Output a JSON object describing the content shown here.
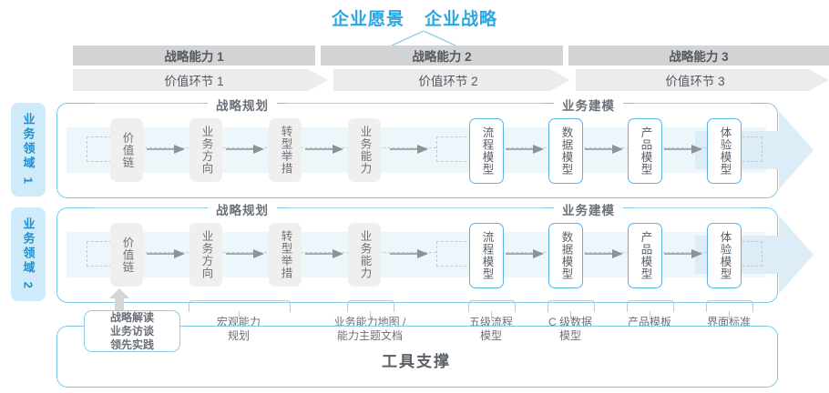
{
  "top_titles": {
    "vision": "企业愿景",
    "strategy": "企业战略"
  },
  "capability_headers": [
    {
      "label": "战略能力 1"
    },
    {
      "label": "战略能力 2"
    },
    {
      "label": "战略能力 3"
    }
  ],
  "value_links": [
    {
      "label": "价值环节 1"
    },
    {
      "label": "价值环节 2"
    },
    {
      "label": "价值环节 3"
    }
  ],
  "domains": [
    {
      "label": "业务领域 1"
    },
    {
      "label": "业务领域 2"
    }
  ],
  "sections": {
    "planning": "战略规划",
    "modeling": "业务建模"
  },
  "process_boxes": {
    "gray": [
      {
        "label": "价值链"
      },
      {
        "label": "业务方向"
      },
      {
        "label": "转型举措"
      },
      {
        "label": "业务能力"
      }
    ],
    "blue": [
      {
        "label": "流程模型"
      },
      {
        "label": "数据模型"
      },
      {
        "label": "产品模型"
      },
      {
        "label": "体验模型"
      }
    ]
  },
  "strategy_read_box": "战略解读\n业务访谈\n领先实践",
  "tool_labels": [
    {
      "label": "宏观能力\n规划"
    },
    {
      "label": "业务能力地图 /\n能力主题文档"
    },
    {
      "label": "五级流程\n模型"
    },
    {
      "label": "C 级数据\n模型"
    },
    {
      "label": "产品模板"
    },
    {
      "label": "界面标准"
    }
  ],
  "footer": {
    "title": "工具支撑"
  },
  "colors": {
    "accent_blue": "#2ba6e0",
    "border_blue": "#7ec8ea",
    "box_blue": "#59b4e4",
    "band": "#edf6fb",
    "header_gray": "#d2d3d4",
    "value_gray": "#ececec",
    "box_gray": "#efefef",
    "text_gray": "#6b7178"
  }
}
